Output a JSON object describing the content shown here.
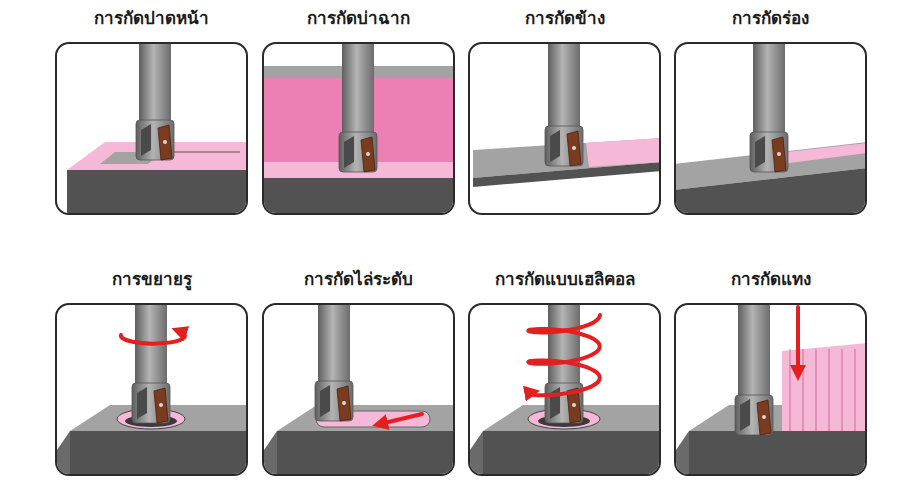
{
  "diagram": {
    "nodes": [
      {
        "text": [
          "การกัดปาดหน้า"
        ]
      },
      {
        "text": [
          "การกัดบ่าฉาก"
        ]
      },
      {
        "text": [
          "การกัดข้าง"
        ]
      },
      {
        "text": [
          "การกัดร่อง"
        ]
      },
      {
        "text": [
          "การขยายรู"
        ]
      },
      {
        "text": [
          "การกัดไล่ระดับ"
        ]
      },
      {
        "text": [
          "การกัดแบบเฮลิคอล"
        ]
      },
      {
        "text": [
          "การกัดแทง"
        ]
      }
    ]
  }
}
